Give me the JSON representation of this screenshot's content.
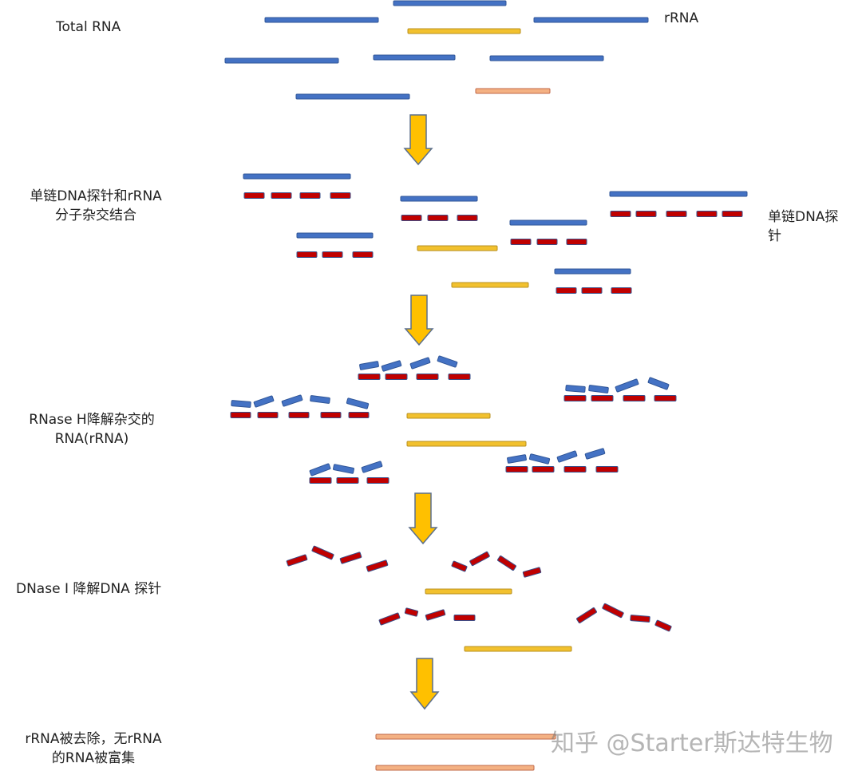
{
  "colors": {
    "rrna": "#4472C4",
    "rrna_stroke": "#2F5597",
    "mrna": "#F2C12E",
    "mrna_stroke": "#B8901F",
    "probe": "#C00000",
    "probe_stroke": "#3A4F8A",
    "enriched": "#F4B183",
    "enriched_stroke": "#C0694A",
    "arrow": "#FFC000",
    "arrow_stroke": "#5B6F8C"
  },
  "labels": {
    "total_rna": "Total RNA",
    "rrna": "rRNA",
    "step_hybridize_line1": "单链DNA探针和rRNA",
    "step_hybridize_line2": "分子杂交结合",
    "probe_line1": "单链DNA探",
    "probe_line2": "针",
    "step_rnaseh_line1": "RNase H降解杂交的",
    "step_rnaseh_line2": "RNA(rRNA)",
    "step_dnase": "DNase I 降解DNA 探针",
    "step_result_line1": "rRNA被去除，无rRNA",
    "step_result_line2": "的RNA被富集"
  },
  "watermark": "知乎 @Starter斯达特生物"
}
